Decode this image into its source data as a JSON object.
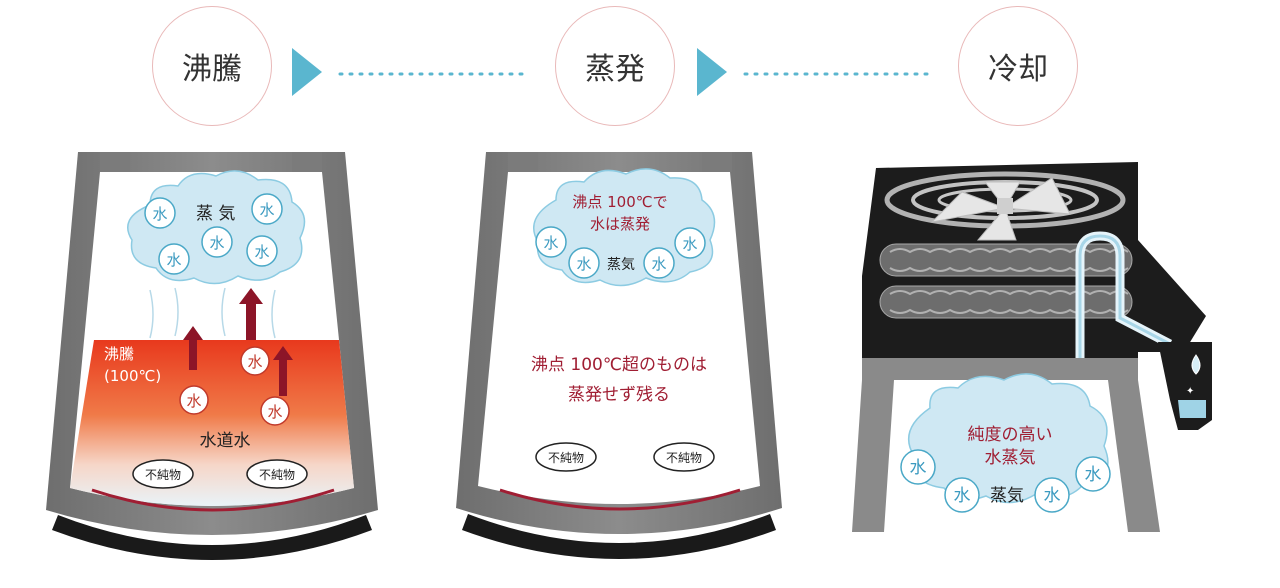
{
  "steps": [
    {
      "label": "沸騰"
    },
    {
      "label": "蒸発"
    },
    {
      "label": "冷却"
    }
  ],
  "panel1": {
    "cloud_steam": "蒸 気",
    "water_glyph": "水",
    "boiling_line1": "沸騰",
    "boiling_line2": "(100℃)",
    "tap_water": "水道水",
    "impurity": "不純物"
  },
  "panel2": {
    "cloud_line1": "沸点 100℃で",
    "cloud_line2": "水は蒸発",
    "cloud_steam": "蒸気",
    "note_line1": "沸点 100℃超のものは",
    "note_line2": "蒸発せず残る",
    "impurity": "不純物"
  },
  "panel3": {
    "cloud_line1": "純度の高い",
    "cloud_line2": "水蒸気",
    "cloud_steam": "蒸気"
  },
  "colors": {
    "accent_red": "#a01e33",
    "arrow_blue": "#5ab6cf",
    "cloud_blue": "#cfe8f3",
    "circle_border": "#e9b9b9"
  }
}
